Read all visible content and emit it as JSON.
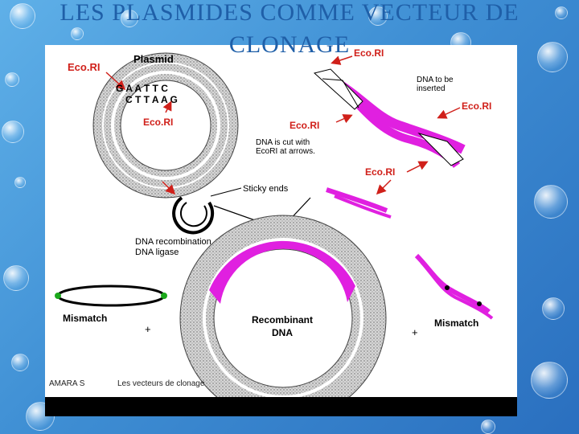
{
  "slide_title": "LES PLASMIDES COMME VECTEUR DE CLONAGE",
  "footer": {
    "author": "AMARA S",
    "course": "Les vecteurs de clonage"
  },
  "diagram": {
    "plasmid_label": "Plasmid",
    "ecori": "Eco.RI",
    "seq_top": "G A A T T C",
    "seq_bottom": "C T T A A G",
    "dna_inserted_1": "DNA to be",
    "dna_inserted_2": "inserted",
    "cut_note_1": "DNA is cut with",
    "cut_note_2": "EcoRI at arrows.",
    "sticky_ends": "Sticky ends",
    "recomb_1": "DNA recombination +",
    "recomb_2": "DNA ligase",
    "recombinant_1": "Recombinant",
    "recombinant_2": "DNA",
    "mismatch": "Mismatch",
    "plus": "+"
  },
  "colors": {
    "insert": "#e020e0",
    "title": "#1f5fa8",
    "arrow": "#d0201a"
  }
}
